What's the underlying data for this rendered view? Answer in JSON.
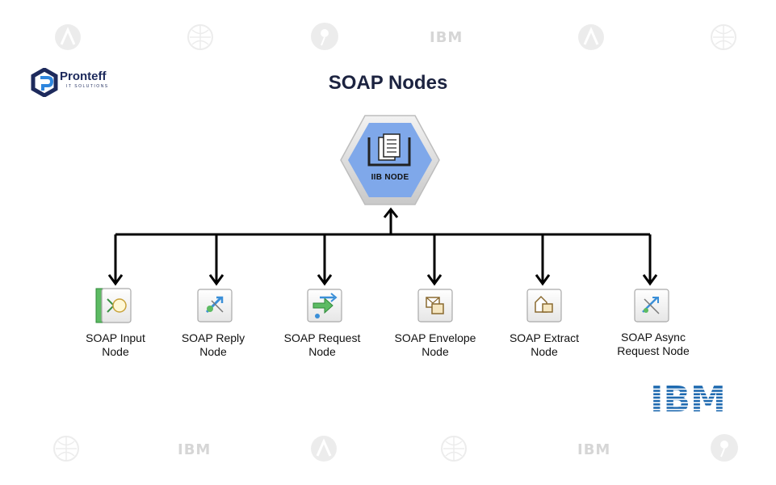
{
  "title": "SOAP Nodes",
  "brand": {
    "name": "Pronteff",
    "tagline": "IT SOLUTIONS"
  },
  "hub": {
    "label": "IIB NODE",
    "icon": "document-tray-icon",
    "color": "#7fa8ea"
  },
  "nodes": [
    {
      "line1": "SOAP Input",
      "line2": "Node",
      "icon": "soap-input-icon"
    },
    {
      "line1": "SOAP Reply",
      "line2": "Node",
      "icon": "soap-reply-icon"
    },
    {
      "line1": "SOAP Request",
      "line2": "Node",
      "icon": "soap-request-icon"
    },
    {
      "line1": "SOAP Envelope",
      "line2": "Node",
      "icon": "soap-envelope-icon"
    },
    {
      "line1": "SOAP Extract",
      "line2": "Node",
      "icon": "soap-extract-icon"
    },
    {
      "line1": "SOAP Async",
      "line2": "Request Node",
      "icon": "soap-async-request-icon"
    }
  ],
  "corner_logo": "IBM",
  "watermark_text": "IBM",
  "colors": {
    "title": "#1c2340",
    "brand": "#1d2a5c",
    "ibm_blue": "#1f6ab0",
    "connector": "#000000"
  }
}
